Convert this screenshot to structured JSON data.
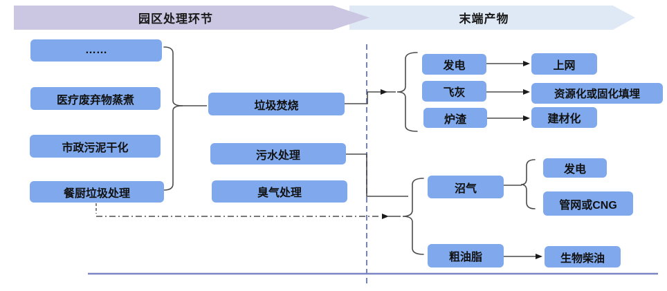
{
  "header": {
    "left_banner": "园区处理环节",
    "right_banner": "末端产物"
  },
  "colors": {
    "node_blue": "#7fa9ec",
    "banner_purple": "#cbc6e1",
    "banner_light_blue": "#dee9f5",
    "connector_gray": "#4a4a4a",
    "divider_dashed_blue": "#7381c8",
    "baseline_blue": "#7b84c4",
    "text": "#111111"
  },
  "park": {
    "sources": [
      {
        "label": "……"
      },
      {
        "label": "医疗废弃物蒸煮"
      },
      {
        "label": "市政污泥干化"
      },
      {
        "label": "餐厨垃圾处理"
      }
    ],
    "treatments": [
      {
        "label": "垃圾焚烧"
      },
      {
        "label": "污水处理"
      },
      {
        "label": "臭气处理"
      }
    ]
  },
  "products": {
    "incineration": [
      {
        "label": "发电",
        "target": "上网"
      },
      {
        "label": "飞灰",
        "target": "资源化或固化填埋"
      },
      {
        "label": "炉渣",
        "target": "建材化"
      }
    ],
    "digestion": [
      {
        "label": "沼气",
        "targets": [
          "发电",
          "管网或CNG"
        ]
      },
      {
        "label": "粗油脂",
        "targets": [
          "生物柴油"
        ]
      }
    ]
  }
}
